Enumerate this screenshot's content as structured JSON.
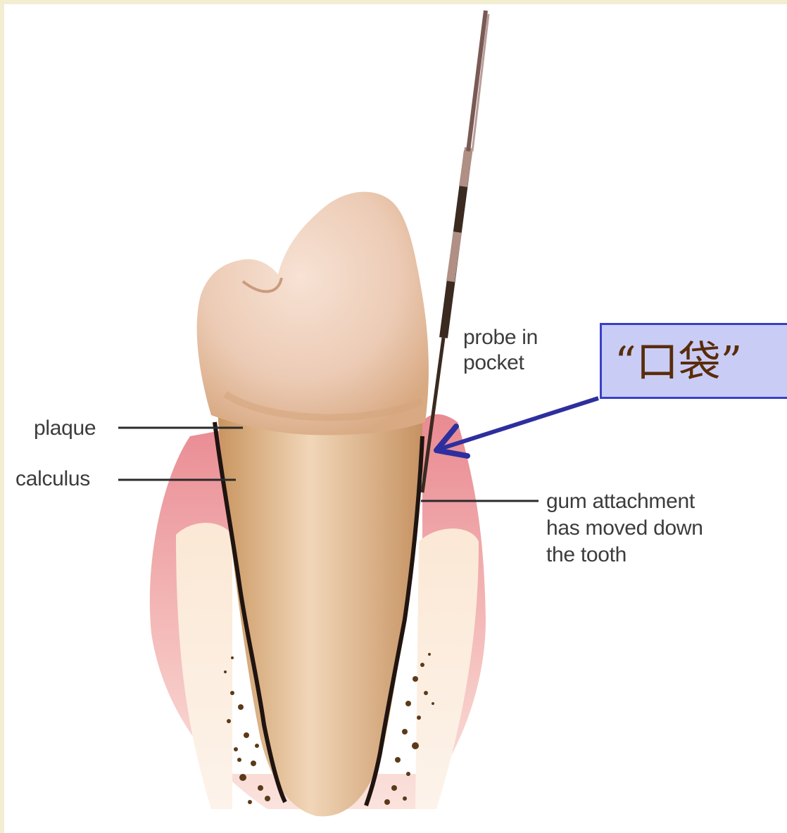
{
  "labels": {
    "plaque": "plaque",
    "calculus": "calculus",
    "probe": [
      "probe in",
      "pocket"
    ],
    "gum": [
      "gum attachment",
      "has moved down",
      "the tooth"
    ]
  },
  "callout": {
    "text": "“口袋”"
  },
  "colors": {
    "slide_background": "#f3eed2",
    "callout_fill": "#c9cdf5",
    "callout_border": "#3a3fc8",
    "callout_text": "#5a2c0c",
    "arrow": "#2d2f9e"
  }
}
